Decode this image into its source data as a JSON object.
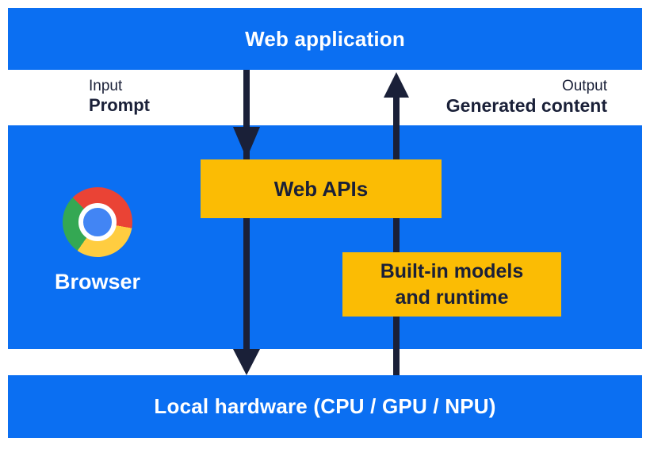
{
  "colors": {
    "band_blue": "#0b6ff2",
    "box_yellow": "#fbbc04",
    "arrow_and_dark_text": "#1a2038",
    "text_on_blue": "#ffffff",
    "chrome_red": "#ea4335",
    "chrome_yellow": "#ffcd40",
    "chrome_green": "#34a853",
    "chrome_blue": "#4285f4"
  },
  "top_bar": {
    "label": "Web application"
  },
  "flow_labels": {
    "input": {
      "line1": "Input",
      "line2": "Prompt"
    },
    "output": {
      "line1": "Output",
      "line2": "Generated content"
    }
  },
  "browser": {
    "label": "Browser",
    "icon": "chrome-icon"
  },
  "boxes": {
    "web_apis": {
      "label": "Web APIs"
    },
    "builtin": {
      "line1": "Built-in models",
      "line2": "and runtime"
    }
  },
  "bottom_bar": {
    "label": "Local hardware (CPU / GPU / NPU)"
  },
  "arrows": {
    "input_arrow": {
      "direction": "down",
      "from": "Web application",
      "through": "Web APIs",
      "to": "Local hardware (CPU / GPU / NPU)"
    },
    "output_arrow": {
      "direction": "up",
      "from": "Local hardware (CPU / GPU / NPU)",
      "to": "Web application"
    }
  }
}
